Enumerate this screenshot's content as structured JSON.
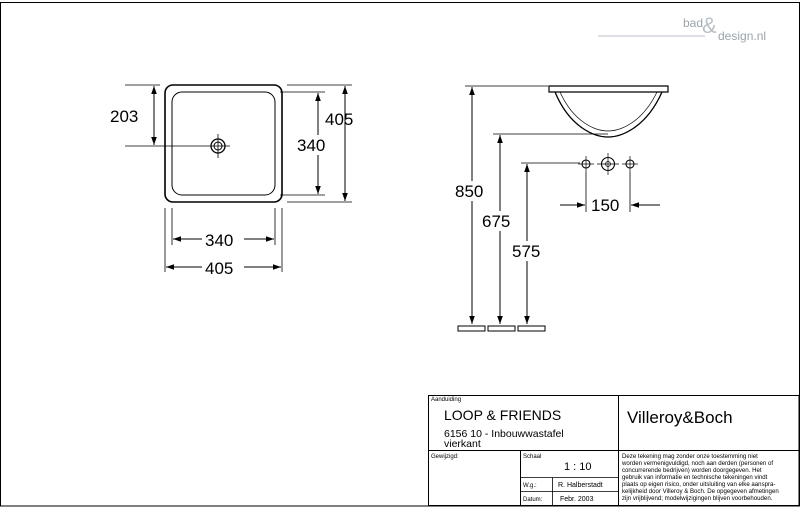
{
  "watermark": {
    "part1": "bad",
    "ampersand": "&",
    "part2": "design.nl"
  },
  "dimensions": {
    "top_view": {
      "offset": "203",
      "inner_height": "340",
      "outer_height": "405",
      "inner_width": "340",
      "outer_width": "405"
    },
    "side_view": {
      "total_height": "850",
      "mid_height": "675",
      "low_height": "575",
      "tap_spacing": "150"
    }
  },
  "title_block": {
    "aanduiding_label": "Aanduiding",
    "product_name": "LOOP & FRIENDS",
    "product_code_line": "6156 10 - Inbouwwastafel",
    "product_variant": "vierkant",
    "brand": "Villeroy&Boch",
    "gewijzigd_label": "Gewijzigd:",
    "schaal_label": "Schaal",
    "scale": "1 : 10",
    "wg_label": "W.g.:",
    "author": "R. Halberstadt",
    "datum_label": "Datum:",
    "date": "Febr. 2003",
    "disclaimer": [
      "Deze tekening mag zonder onze toestemming niet",
      "worden vermenigvuldigd, noch aan derden  (personen of",
      "concurrerende bedrijven) worden doorgegeven. Het",
      "gebruik van informatie en technische tekeningen  vindt",
      "plaats op eigen risico, onder uitsluiting van elke aanspra-",
      "kelijkheid door Villeroy & Boch. De opgegeven afmetingen",
      "zijn vrijblijvend; modelwijzigingen blijven voorbehouden."
    ]
  }
}
